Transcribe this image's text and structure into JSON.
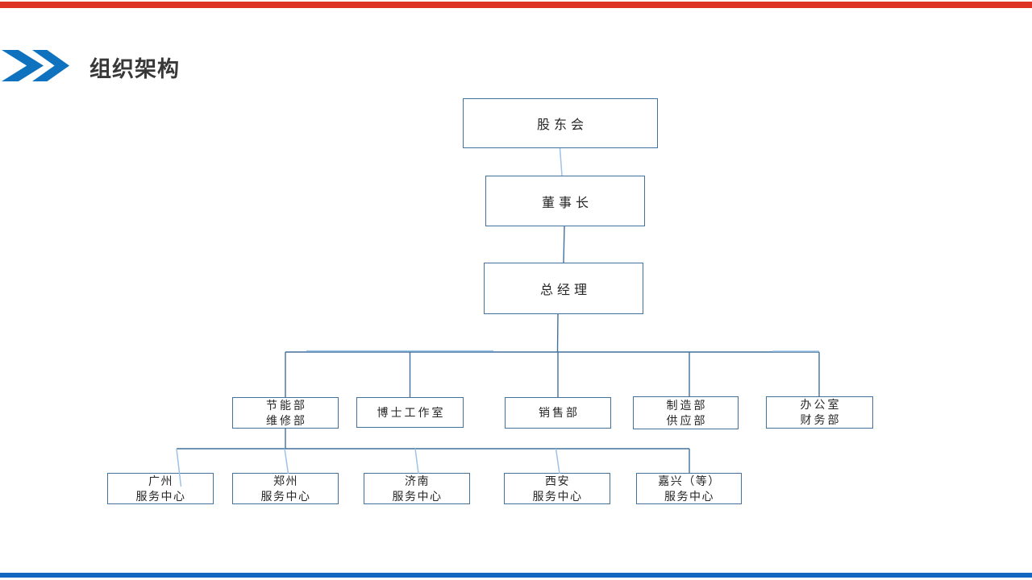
{
  "slide": {
    "title": "组织架构",
    "accents": {
      "top_bar_red": "#DE3426",
      "bottom_bar_blue": "#1467C0",
      "chevron_blue": "#0E72BF",
      "box_border_blue": "#41719C",
      "connector_dark": "#41719C",
      "connector_light": "#9DC3E6"
    }
  },
  "org_chart": {
    "nodes": [
      {
        "id": "shareholders",
        "lines": [
          "股东会"
        ]
      },
      {
        "id": "chairman",
        "lines": [
          "董事长"
        ]
      },
      {
        "id": "general-manager",
        "lines": [
          "总经理"
        ]
      },
      {
        "id": "energy-maintenance",
        "lines": [
          "节能部",
          "维修部"
        ]
      },
      {
        "id": "doctor-studio",
        "lines": [
          "博士工作室"
        ]
      },
      {
        "id": "sales-dept",
        "lines": [
          "销售部"
        ]
      },
      {
        "id": "manufacturing-supply",
        "lines": [
          "制造部",
          "供应部"
        ]
      },
      {
        "id": "office-finance",
        "lines": [
          "办公室",
          "财务部"
        ]
      },
      {
        "id": "guangzhou-center",
        "lines": [
          "广州",
          "服务中心"
        ]
      },
      {
        "id": "zhengzhou-center",
        "lines": [
          "郑州",
          "服务中心"
        ]
      },
      {
        "id": "jinan-center",
        "lines": [
          "济南",
          "服务中心"
        ]
      },
      {
        "id": "xian-center",
        "lines": [
          "西安",
          "服务中心"
        ]
      },
      {
        "id": "jiaxing-center",
        "lines": [
          "嘉兴（等）",
          "服务中心"
        ]
      }
    ]
  }
}
